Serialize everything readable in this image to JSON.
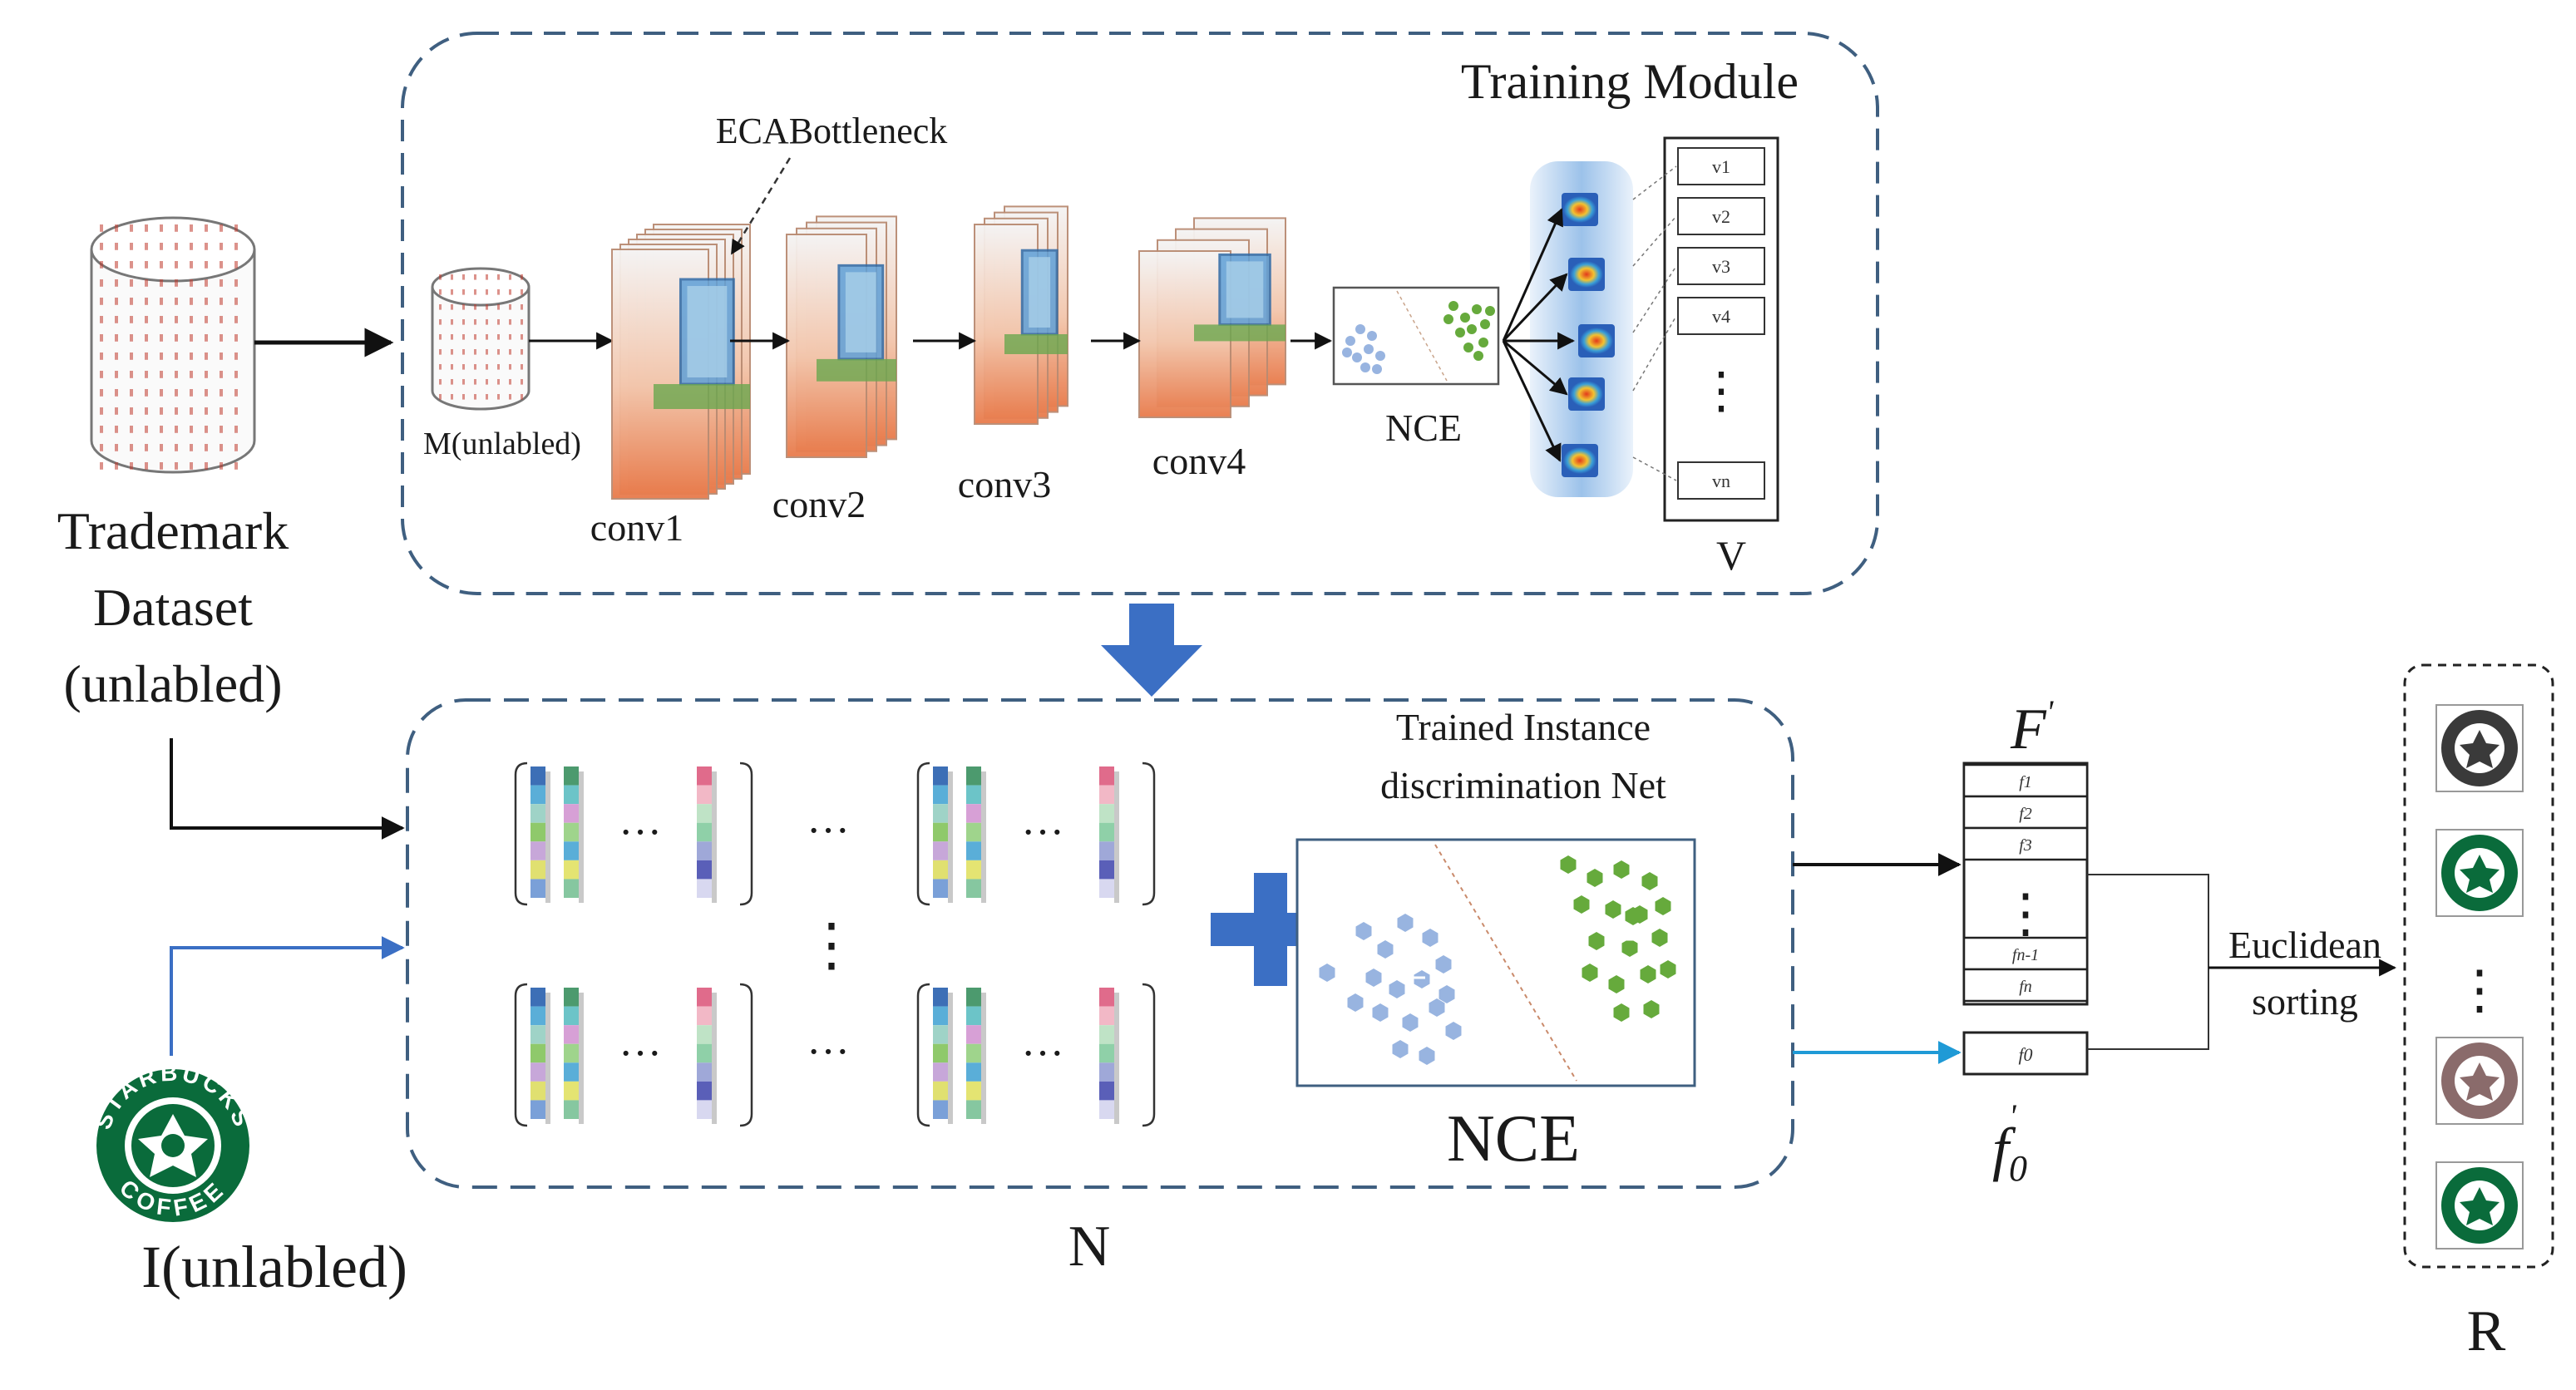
{
  "diagram": {
    "dataset": {
      "line1": "Trademark",
      "line2": "Dataset",
      "line3": "(unlabled)"
    },
    "training_module": {
      "title": "Training Module",
      "eca_label": "ECABottleneck",
      "m_label": "M(unlabled)",
      "conv_labels": [
        "conv1",
        "conv2",
        "conv3",
        "conv4"
      ],
      "nce_label": "NCE",
      "memory_label": "V",
      "memory_cells": [
        "v1",
        "v2",
        "v3",
        "v4",
        "vn"
      ],
      "vertical_dots": "⋮"
    },
    "retrieval": {
      "n_label": "N",
      "dots_h": "···",
      "dots_mid_h": "···",
      "dots_v": "⋮",
      "trained_line1": "Trained Instance",
      "trained_line2": "discrimination Net",
      "nce_big_label": "NCE",
      "query_label": "I(unlabled)",
      "logo_top": "STARBUCKS",
      "logo_bottom": "COFFEE"
    },
    "features": {
      "F_label": "F",
      "F_prime": "'",
      "f0_label": "f",
      "f0_sub": "0",
      "f0_prime": "'",
      "cells": [
        "f1",
        "f2",
        "f3",
        "fn-1",
        "fn"
      ],
      "query_cell": "f0",
      "vertical_dots": "⋮"
    },
    "sorting": {
      "line1": "Euclidean",
      "line2": "sorting"
    },
    "result": {
      "label": "R",
      "dots": "⋮"
    }
  },
  "colors": {
    "dashed_border": "#3f5f80",
    "down_arrow": "#3b6fc4",
    "plus": "#3b6fc4",
    "blue_points": "#98b4e0",
    "green_points": "#66aa3c",
    "query_arrow": "#1f9ad6",
    "logo_green": "#0a6b3b"
  }
}
